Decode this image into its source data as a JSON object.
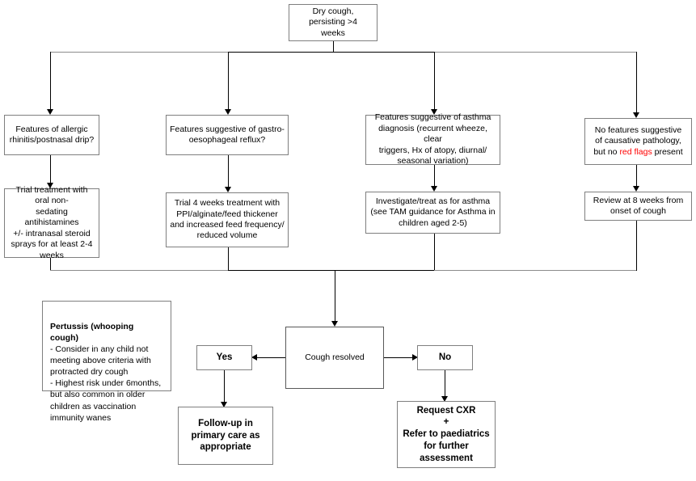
{
  "diagram": {
    "title": "Dry cough persisting over 4 weeks - paediatric pathway",
    "colors": {
      "box_border": "#7f7f7f",
      "connector": "#000000",
      "red_flag_text": "#ff0000",
      "background": "#ffffff"
    }
  },
  "nodes": {
    "start": {
      "label": "Dry cough,\npersisting >4\nweeks"
    },
    "branch_allergic": {
      "label": "Features of allergic\nrhinitis/postnasal drip?"
    },
    "branch_reflux": {
      "label": "Features suggestive of gastro-\noesophageal reflux?"
    },
    "branch_asthma": {
      "label": "Features suggestive of asthma\ndiagnosis (recurrent wheeze, clear\ntriggers, Hx of atopy, diurnal/\nseasonal variation)"
    },
    "branch_nofeatures": {
      "prefix": "No features suggestive\nof causative pathology,\nbut no ",
      "redflag": "red flags",
      "suffix": " present"
    },
    "treat_allergic": {
      "label": "Trial treatment with oral non-\nsedating  antihistamines\n+/- intranasal steroid\nsprays for at least 2-4\nweeks"
    },
    "treat_reflux": {
      "label": "Trial 4 weeks treatment with\nPPI/alginate/feed thickener\nand increased feed frequency/\nreduced volume"
    },
    "treat_asthma": {
      "label": "Investigate/treat as for asthma\n(see TAM guidance for Asthma in\nchildren aged 2-5)"
    },
    "treat_review": {
      "label": "Review at 8 weeks from\nonset of cough"
    },
    "decision_resolved": {
      "label": "Cough resolved"
    },
    "answer_yes": {
      "label": "Yes"
    },
    "answer_no": {
      "label": "No"
    },
    "outcome_followup": {
      "label": "Follow-up in\nprimary care as\nappropriate"
    },
    "outcome_cxr": {
      "label": "Request CXR\n+\nRefer to paediatrics\nfor further\nassessment"
    }
  },
  "note_pertussis": {
    "title": "Pertussis (whooping cough)",
    "body": "- Consider in any child not\nmeeting above criteria with\nprotracted dry cough\n- Highest risk under 6months,\nbut also common in older\nchildren as vaccination\nimmunity wanes"
  }
}
